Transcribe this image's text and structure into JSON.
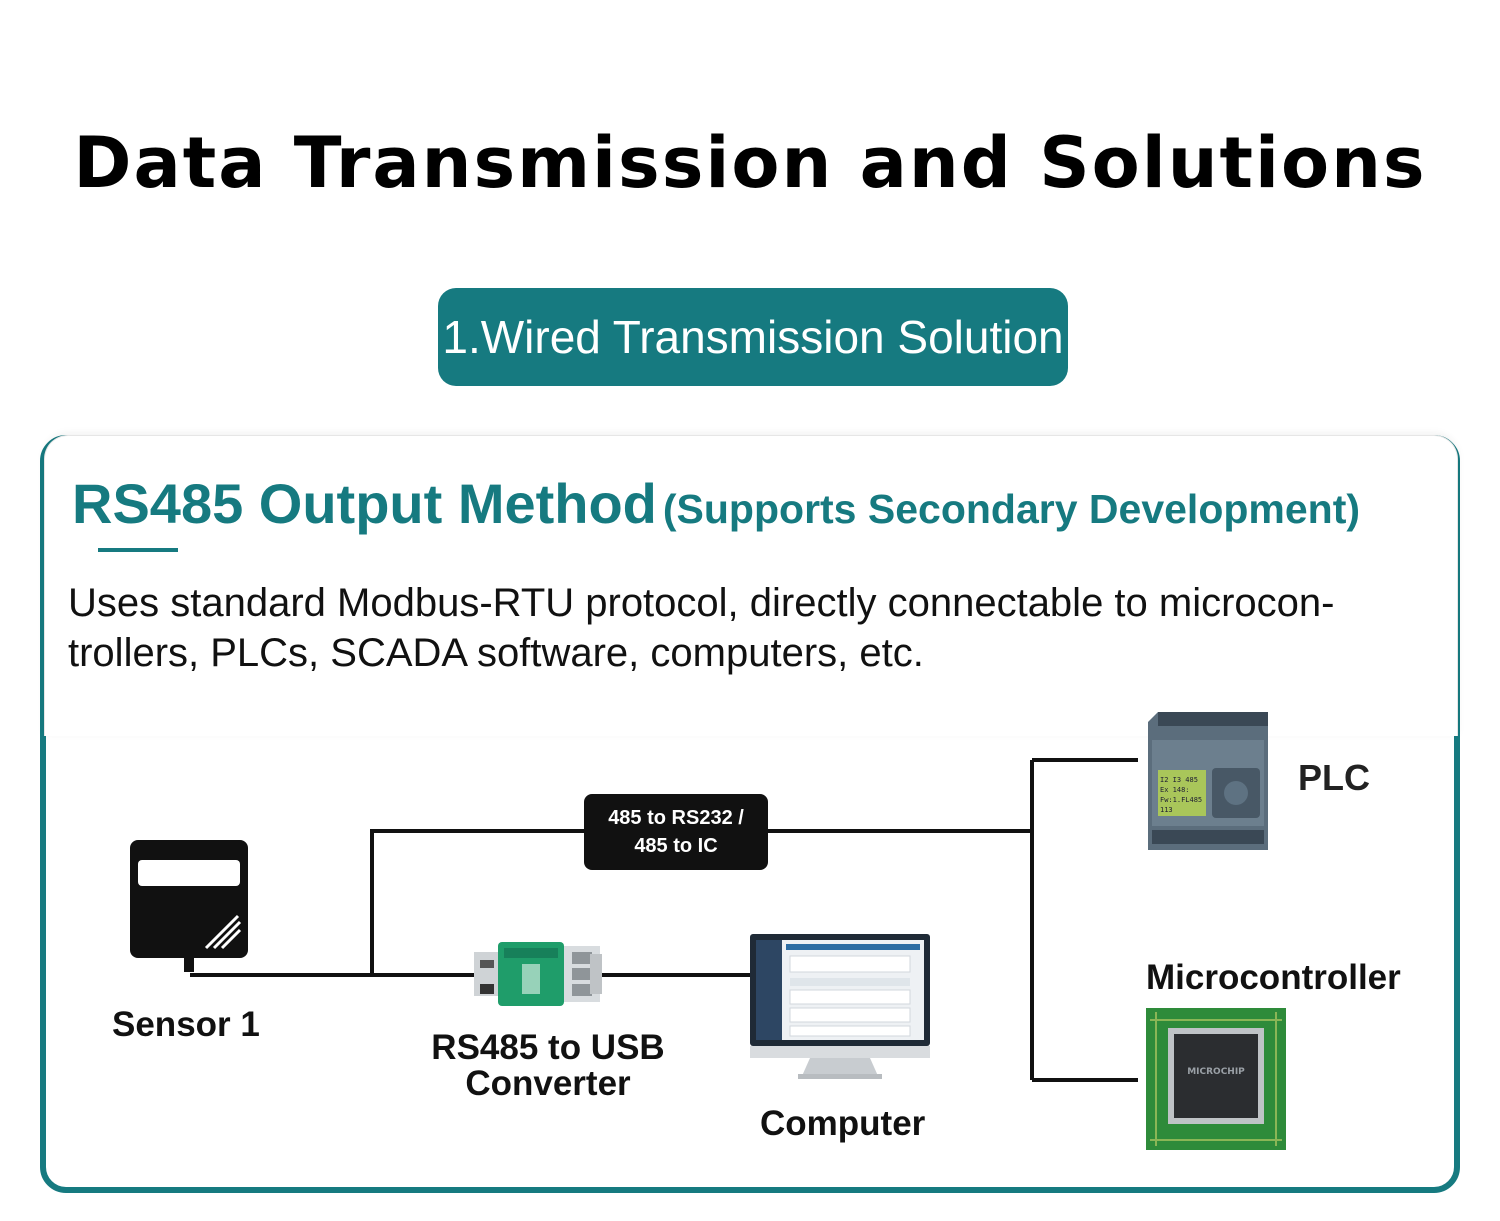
{
  "page": {
    "title": "Data Transmission and Solutions",
    "section_label": "1.Wired Transmission Solution"
  },
  "card": {
    "heading_main": "RS485 Output Method",
    "heading_sub": "(Supports Secondary Development)",
    "description_line1": "Uses standard Modbus-RTU protocol, directly connectable to microcon-",
    "description_line2": "trollers, PLCs, SCADA software, computers, etc."
  },
  "diagram": {
    "sensor_label": "Sensor 1",
    "bridge_line1": "485 to RS232 /",
    "bridge_line2": "485 to IC",
    "converter_line1": "RS485 to USB",
    "converter_line2": "Converter",
    "computer_label": "Computer",
    "plc_label": "PLC",
    "mcu_label": "Microcontroller",
    "plc_screen_lines": [
      "I2 I3 485",
      "Ex 148:",
      "Fw:1.FL485",
      "113"
    ],
    "mcu_brand": "MICROCHIP"
  },
  "colors": {
    "accent": "#167a80",
    "text": "#111111",
    "converter_green": "#1f9d6a",
    "plc_body": "#5b6d7c",
    "plc_screen": "#a9c65a",
    "pcb_green": "#2e8b3a"
  }
}
